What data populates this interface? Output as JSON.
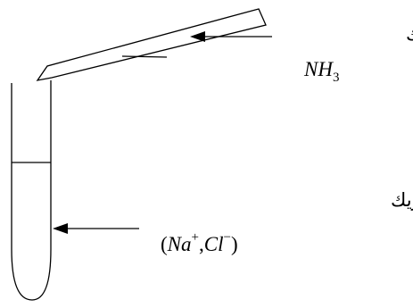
{
  "labels": {
    "ammonia_solution": "محلول الأمونياك",
    "ammonia_formula": {
      "symbol": "NH",
      "subscript": "3"
    },
    "hcl_solution": "محلول حمض الكلوريدريك",
    "hcl_ions": {
      "open": "(",
      "na": "Na",
      "na_charge": "+",
      "sep": ",",
      "cl": "Cl",
      "cl_charge": "−",
      "close": ")"
    }
  },
  "colors": {
    "ink": "#000000",
    "background": "#ffffff"
  }
}
